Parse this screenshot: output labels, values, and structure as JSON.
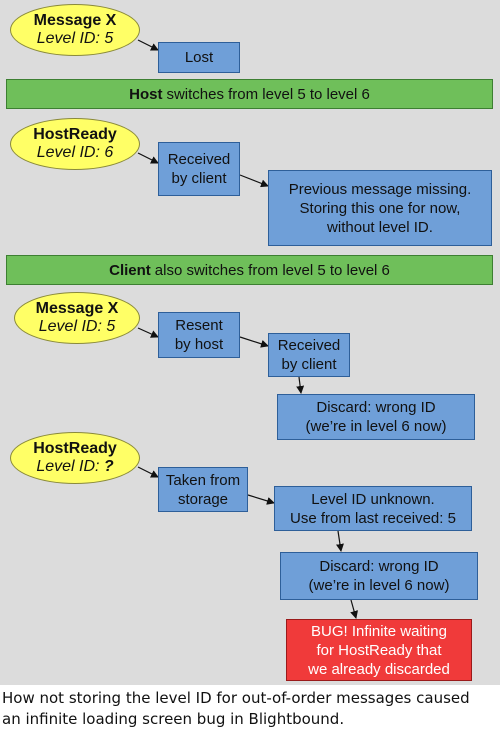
{
  "diagram": {
    "ellipses": [
      {
        "title": "Message X",
        "level": "Level ID: 5"
      },
      {
        "title": "HostReady",
        "level": "Level ID: 6"
      },
      {
        "title": "Message X",
        "level": "Level ID: 5"
      },
      {
        "title": "HostReady",
        "level": "Level ID: ",
        "level_mark": "?"
      }
    ],
    "boxes": {
      "lost": [
        "Lost"
      ],
      "received1": [
        "Received",
        "by client"
      ],
      "missing": [
        "Previous message missing.",
        "Storing this one for now,",
        "without level ID."
      ],
      "resent": [
        "Resent",
        "by host"
      ],
      "received2": [
        "Received",
        "by client"
      ],
      "discard1": [
        "Discard: wrong ID",
        "(we’re in level 6 now)"
      ],
      "storage": [
        "Taken from",
        "storage"
      ],
      "unknown": [
        "Level ID unknown.",
        "Use from last received: 5"
      ],
      "discard2": [
        "Discard: wrong ID",
        "(we’re in level 6 now)"
      ],
      "bug": [
        "BUG! Infinite waiting",
        "for HostReady that",
        "we already discarded"
      ]
    },
    "bars": [
      {
        "bold": "Host",
        "rest": "switches from level 5 to level 6"
      },
      {
        "bold": "Client",
        "rest": "also switches from level 5 to level 6"
      }
    ]
  },
  "caption": {
    "lines": [
      "How not storing the level ID for out-of-order messages caused",
      "an infinite loading screen bug in Blightbound."
    ]
  }
}
